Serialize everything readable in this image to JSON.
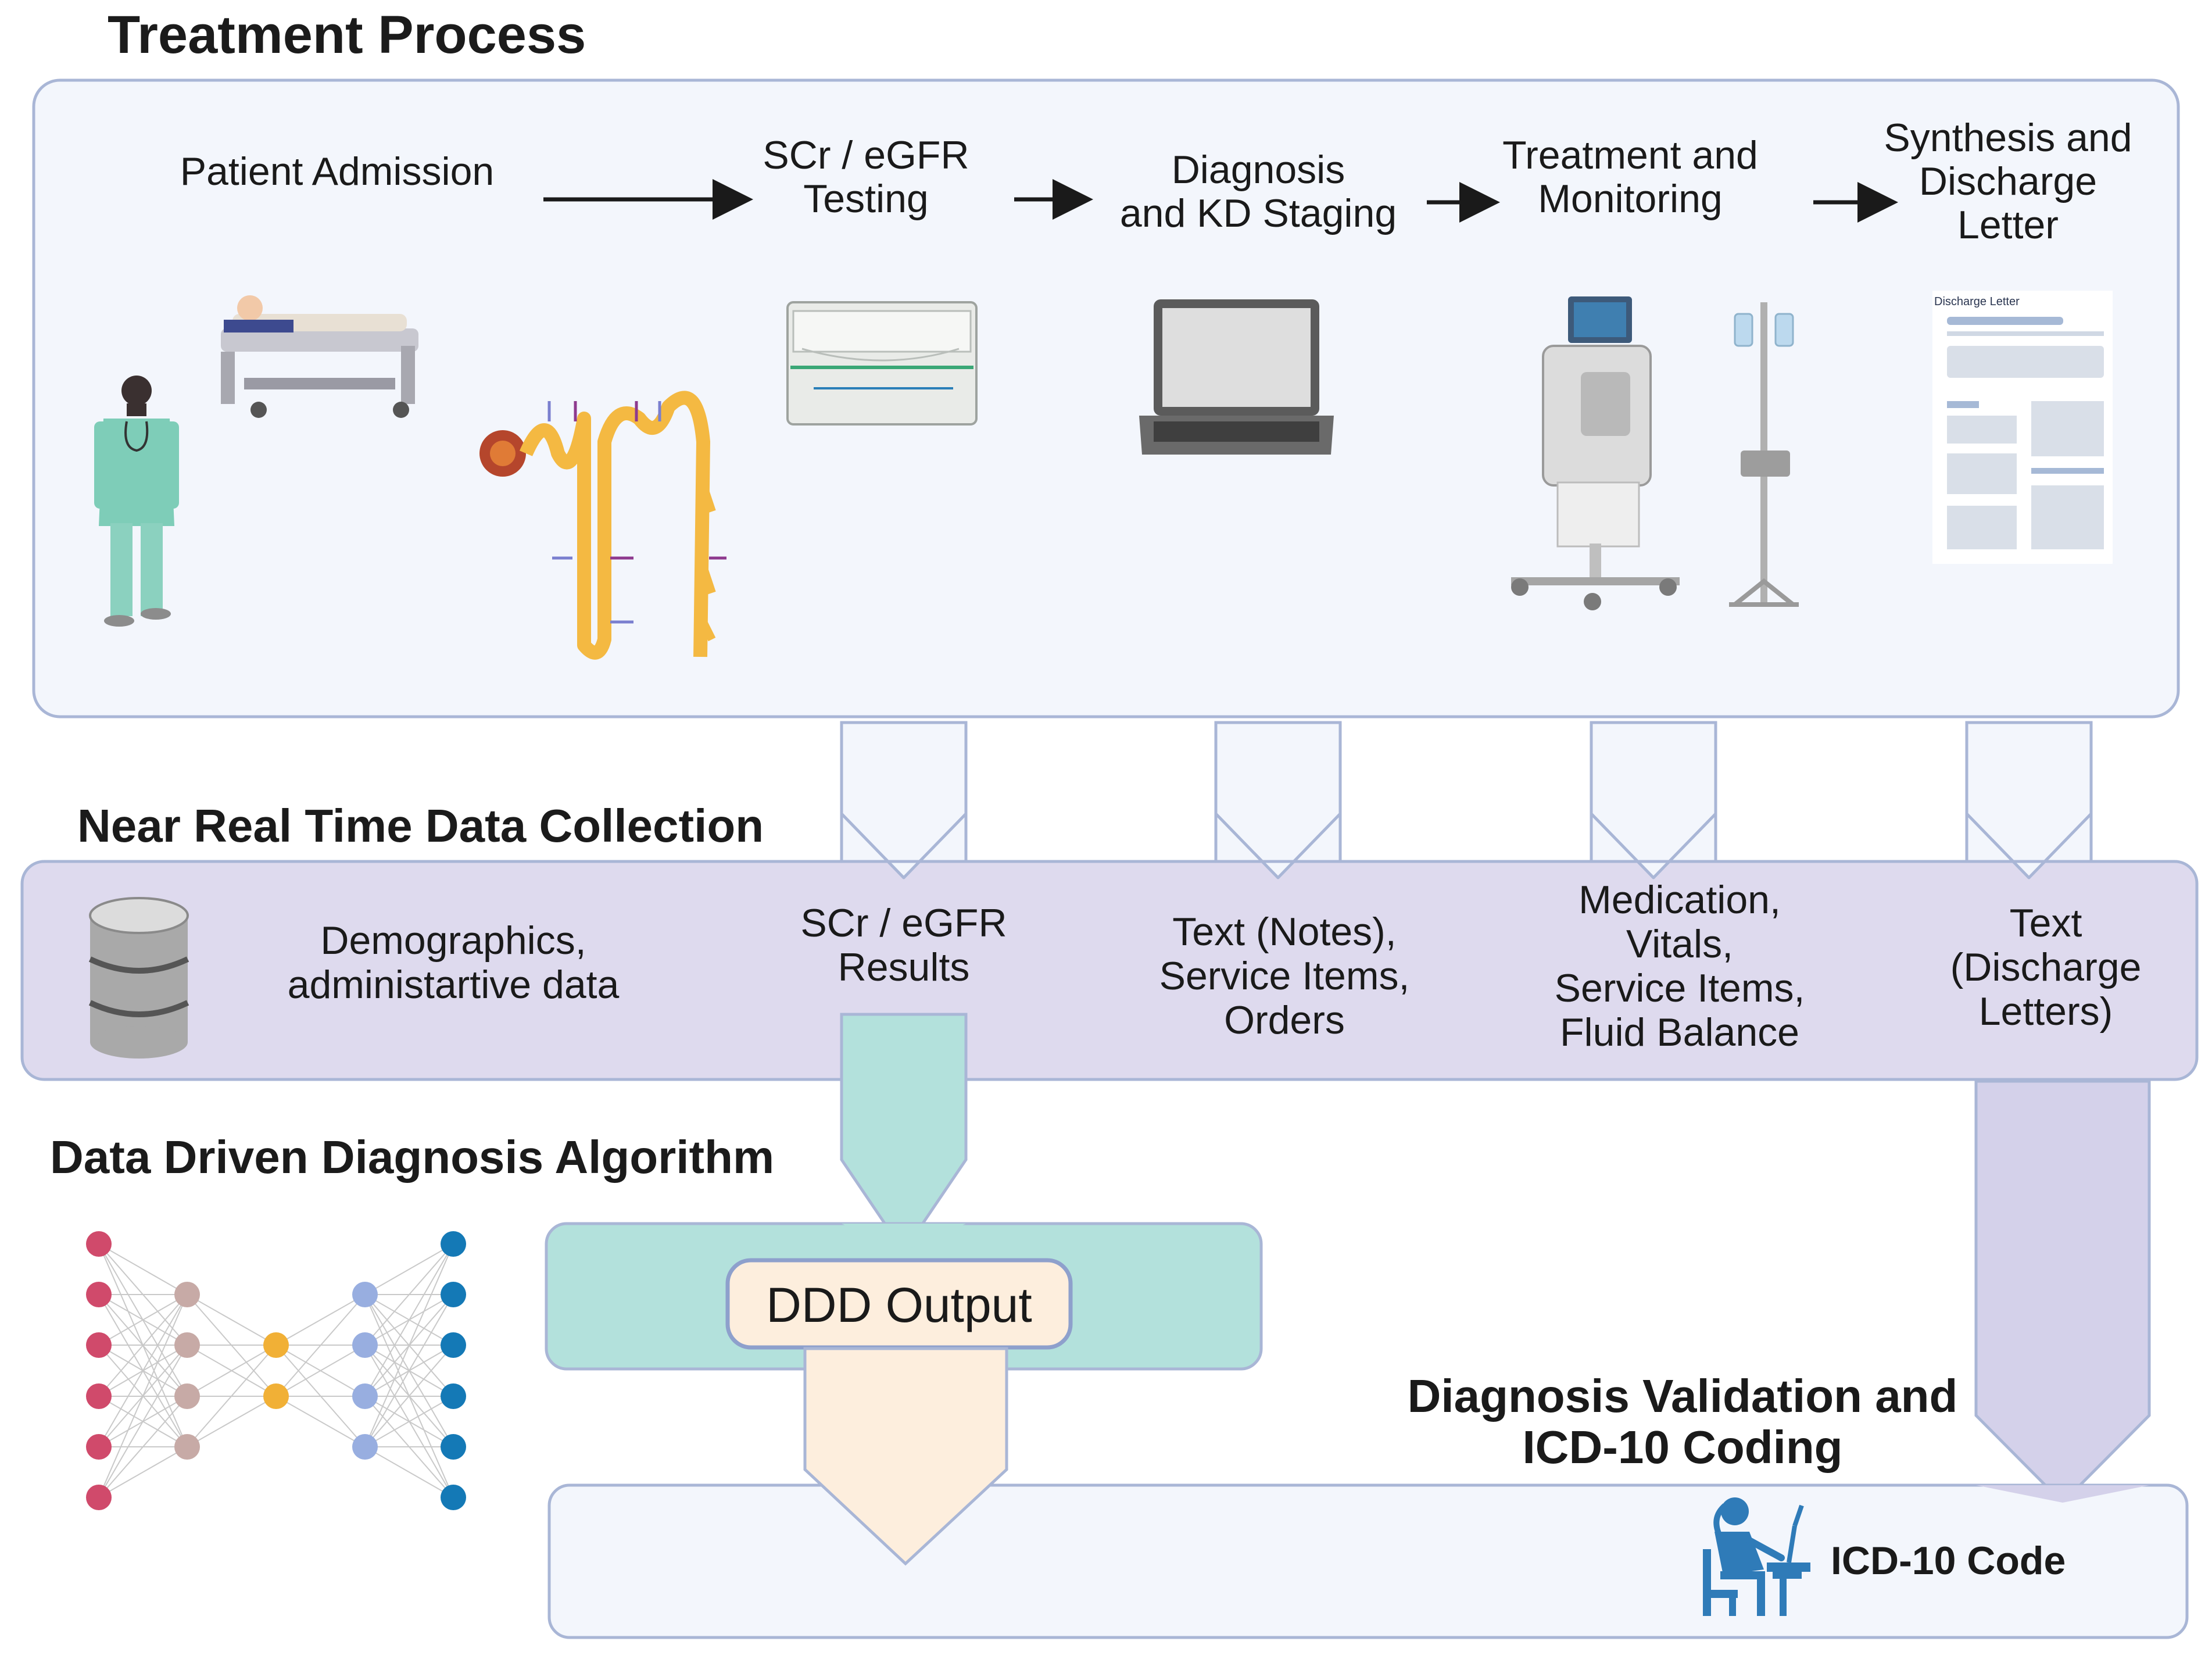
{
  "sections": {
    "treatment_title": "Treatment Process",
    "collection_title": "Near Real Time Data Collection",
    "algorithm_title": "Data Driven Diagnosis Algorithm",
    "validation_title": "Diagnosis Validation and\nICD-10 Coding"
  },
  "process_steps": [
    {
      "label": "Patient Admission"
    },
    {
      "label": "SCr / eGFR\nTesting"
    },
    {
      "label": "Diagnosis\nand KD Staging"
    },
    {
      "label": "Treatment and\nMonitoring"
    },
    {
      "label": "Synthesis and\nDischarge\nLetter"
    }
  ],
  "document_header": "Discharge Letter",
  "data_items": [
    {
      "label": "Demographics,\nadministartive data"
    },
    {
      "label": "SCr / eGFR\nResults"
    },
    {
      "label": "Text (Notes),\nService Items,\nOrders"
    },
    {
      "label": "Medication,\nVitals,\nService Items,\nFluid Balance"
    },
    {
      "label": "Text\n(Discharge\nLetters)"
    }
  ],
  "output_label": "DDD Output",
  "code_label": "ICD-10 Code",
  "colors": {
    "panel_blue": "#f3f6fc",
    "panel_border": "#a9b6d6",
    "collection_purple": "#dedaee",
    "teal": "#b3e1dc",
    "peach": "#fdeedd",
    "lavender": "#d4d1ea",
    "node_red": "#d04a6b",
    "node_mauve": "#c7aaa6",
    "node_orange": "#f1b036",
    "node_blue": "#98aee0",
    "node_navy": "#1479b6",
    "desk_icon": "#2f7bb8"
  }
}
